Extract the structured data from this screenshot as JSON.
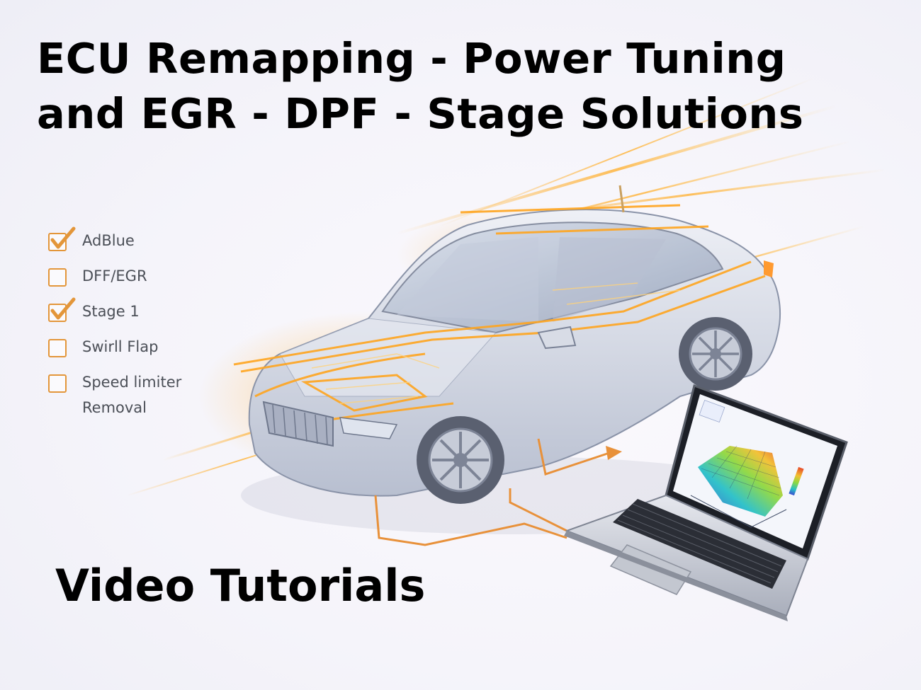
{
  "title": {
    "line1": "ECU Remapping - Power Tuning",
    "line2": "and EGR - DPF - Stage Solutions"
  },
  "checklist": [
    {
      "label": "AdBlue",
      "checked": true
    },
    {
      "label": "DFF/EGR",
      "checked": false
    },
    {
      "label": "Stage 1",
      "checked": true
    },
    {
      "label": "Swirll Flap",
      "checked": false
    },
    {
      "label": "Speed limiter",
      "label2": "Removal",
      "checked": false
    }
  ],
  "subtitle": "Video Tutorials",
  "colors": {
    "accent": "#e3963a",
    "glow": "#ffb030",
    "text": "#000000",
    "label": "#4b4f57"
  },
  "illustration": {
    "car": "car-xray-icon",
    "laptop": "laptop-icon",
    "chart": "3d-surface-map-icon"
  }
}
